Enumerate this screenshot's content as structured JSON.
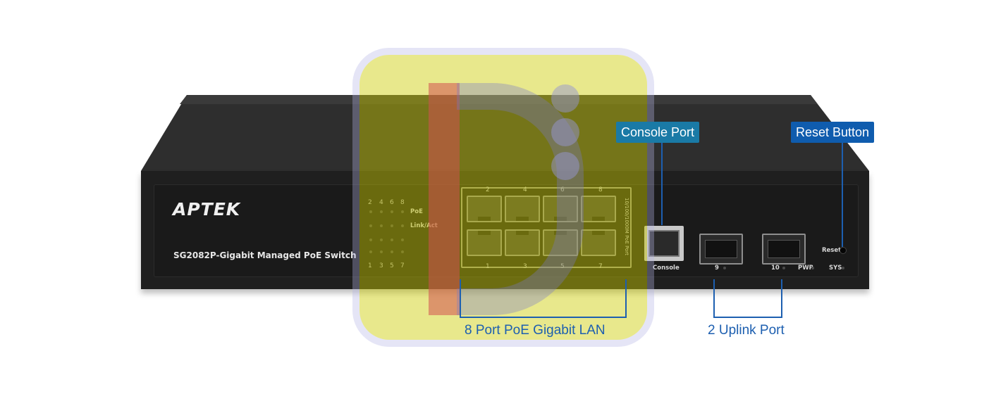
{
  "device": {
    "brand": "APTEK",
    "model": "SG2082P-Gigabit Managed PoE Switch",
    "led_top_numbers": [
      "2",
      "4",
      "6",
      "8"
    ],
    "led_bottom_numbers": [
      "1",
      "3",
      "5",
      "7"
    ],
    "led_labels": [
      "PoE",
      "Link/Act"
    ],
    "port_top_numbers": [
      "2",
      "4",
      "6",
      "8"
    ],
    "port_bottom_numbers": [
      "1",
      "3",
      "5",
      "7"
    ],
    "port_vertical_label": "10/100/1000M PoE Port",
    "console_label": "Console",
    "sfp_labels": [
      "9",
      "10"
    ],
    "pwr_label": "PWR",
    "sys_label": "SYS",
    "reset_label": "Reset"
  },
  "callouts": {
    "console_port": "Console Port",
    "reset_button": "Reset Button",
    "lan_caption": "8 Port PoE Gigabit LAN",
    "uplink_caption": "2 Uplink Port"
  },
  "colors": {
    "console_callout_bg": "#1a7aa6",
    "reset_callout_bg": "#0f5cae",
    "caption_blue": "#1d5fb0",
    "chassis": "#1f1f1f"
  }
}
